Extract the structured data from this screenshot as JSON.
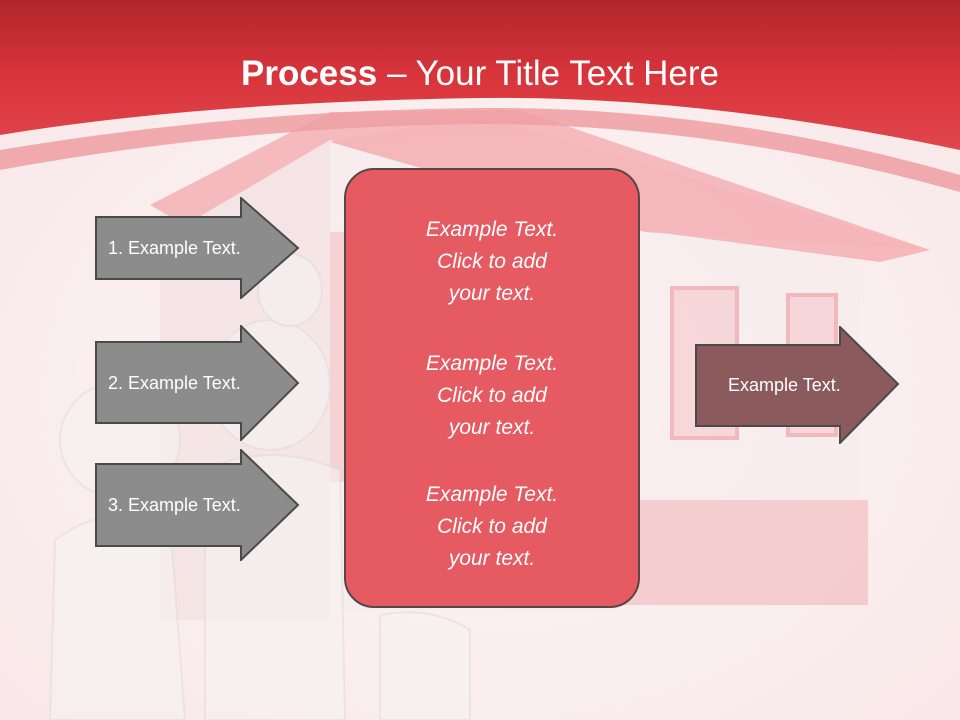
{
  "slide": {
    "title_bold": "Process",
    "title_rest": " – Your Title Text Here"
  },
  "left_arrows": [
    {
      "label": "1. Example Text."
    },
    {
      "label": "2. Example Text."
    },
    {
      "label": "3. Example Text."
    }
  ],
  "center_box": {
    "blocks": [
      {
        "line1": "Example Text.",
        "line2": "Click  to add",
        "line3": "your text."
      },
      {
        "line1": "Example Text.",
        "line2": "Click  to add",
        "line3": "your text."
      },
      {
        "line1": "Example Text.",
        "line2": "Click  to add",
        "line3": "your text."
      }
    ]
  },
  "right_arrow": {
    "label": "Example Text."
  },
  "colors": {
    "header_red": "#d8343b",
    "box_red": "#e65a61",
    "arrow_gray": "#8c8c8c",
    "arrow_brown": "#8b5a5c",
    "outline": "#4a4a4a"
  },
  "icons": {
    "background": "house-with-family-illustration"
  }
}
